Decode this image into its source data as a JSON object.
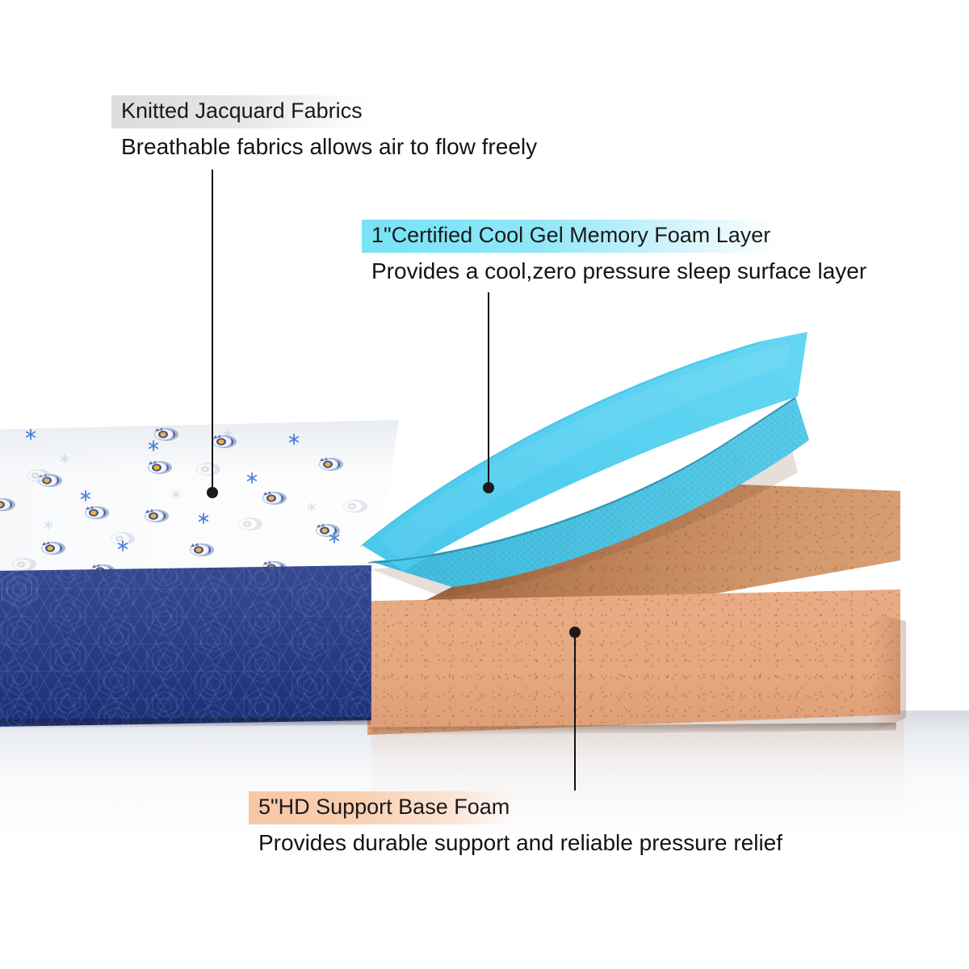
{
  "product": {
    "type": "mattress-cutaway-infographic",
    "background_color": "#ffffff"
  },
  "callouts": [
    {
      "id": "knitted-jacquard-fabrics",
      "title": "Knitted Jacquard Fabrics",
      "description": "Breathable fabrics allows air to flow freely",
      "band_color": "#dcdcdc",
      "points_to": "white-quilted-cover"
    },
    {
      "id": "cool-gel-memory-foam",
      "title": "1\"Certified Cool Gel Memory Foam Layer",
      "description": "Provides a cool,zero pressure sleep surface layer",
      "band_color": "#77e2f6",
      "points_to": "cyan-gel-foam-layer"
    },
    {
      "id": "hd-support-base-foam",
      "title": "5\"HD Support Base Foam",
      "description": "Provides durable support and reliable pressure relief",
      "band_color": "#f7c7a5",
      "points_to": "tan-base-foam-block"
    }
  ],
  "layers": {
    "cover": {
      "name": "Knitted jacquard quilted cover",
      "top_color": "#fdfdfd",
      "side_color": "#1f3585",
      "side_pattern": "concentric-hexagon-quilting",
      "motif": "blue-yellow-owl-moon-print"
    },
    "gel_foam": {
      "name": "Cool gel memory foam",
      "top_color": "#56cdee",
      "edge_color": "#3ab6d8",
      "thickness_label": "1\""
    },
    "base_foam": {
      "name": "HD support base foam",
      "top_color": "#c4895c",
      "front_color": "#e7a97f",
      "thickness_label": "5\""
    }
  }
}
